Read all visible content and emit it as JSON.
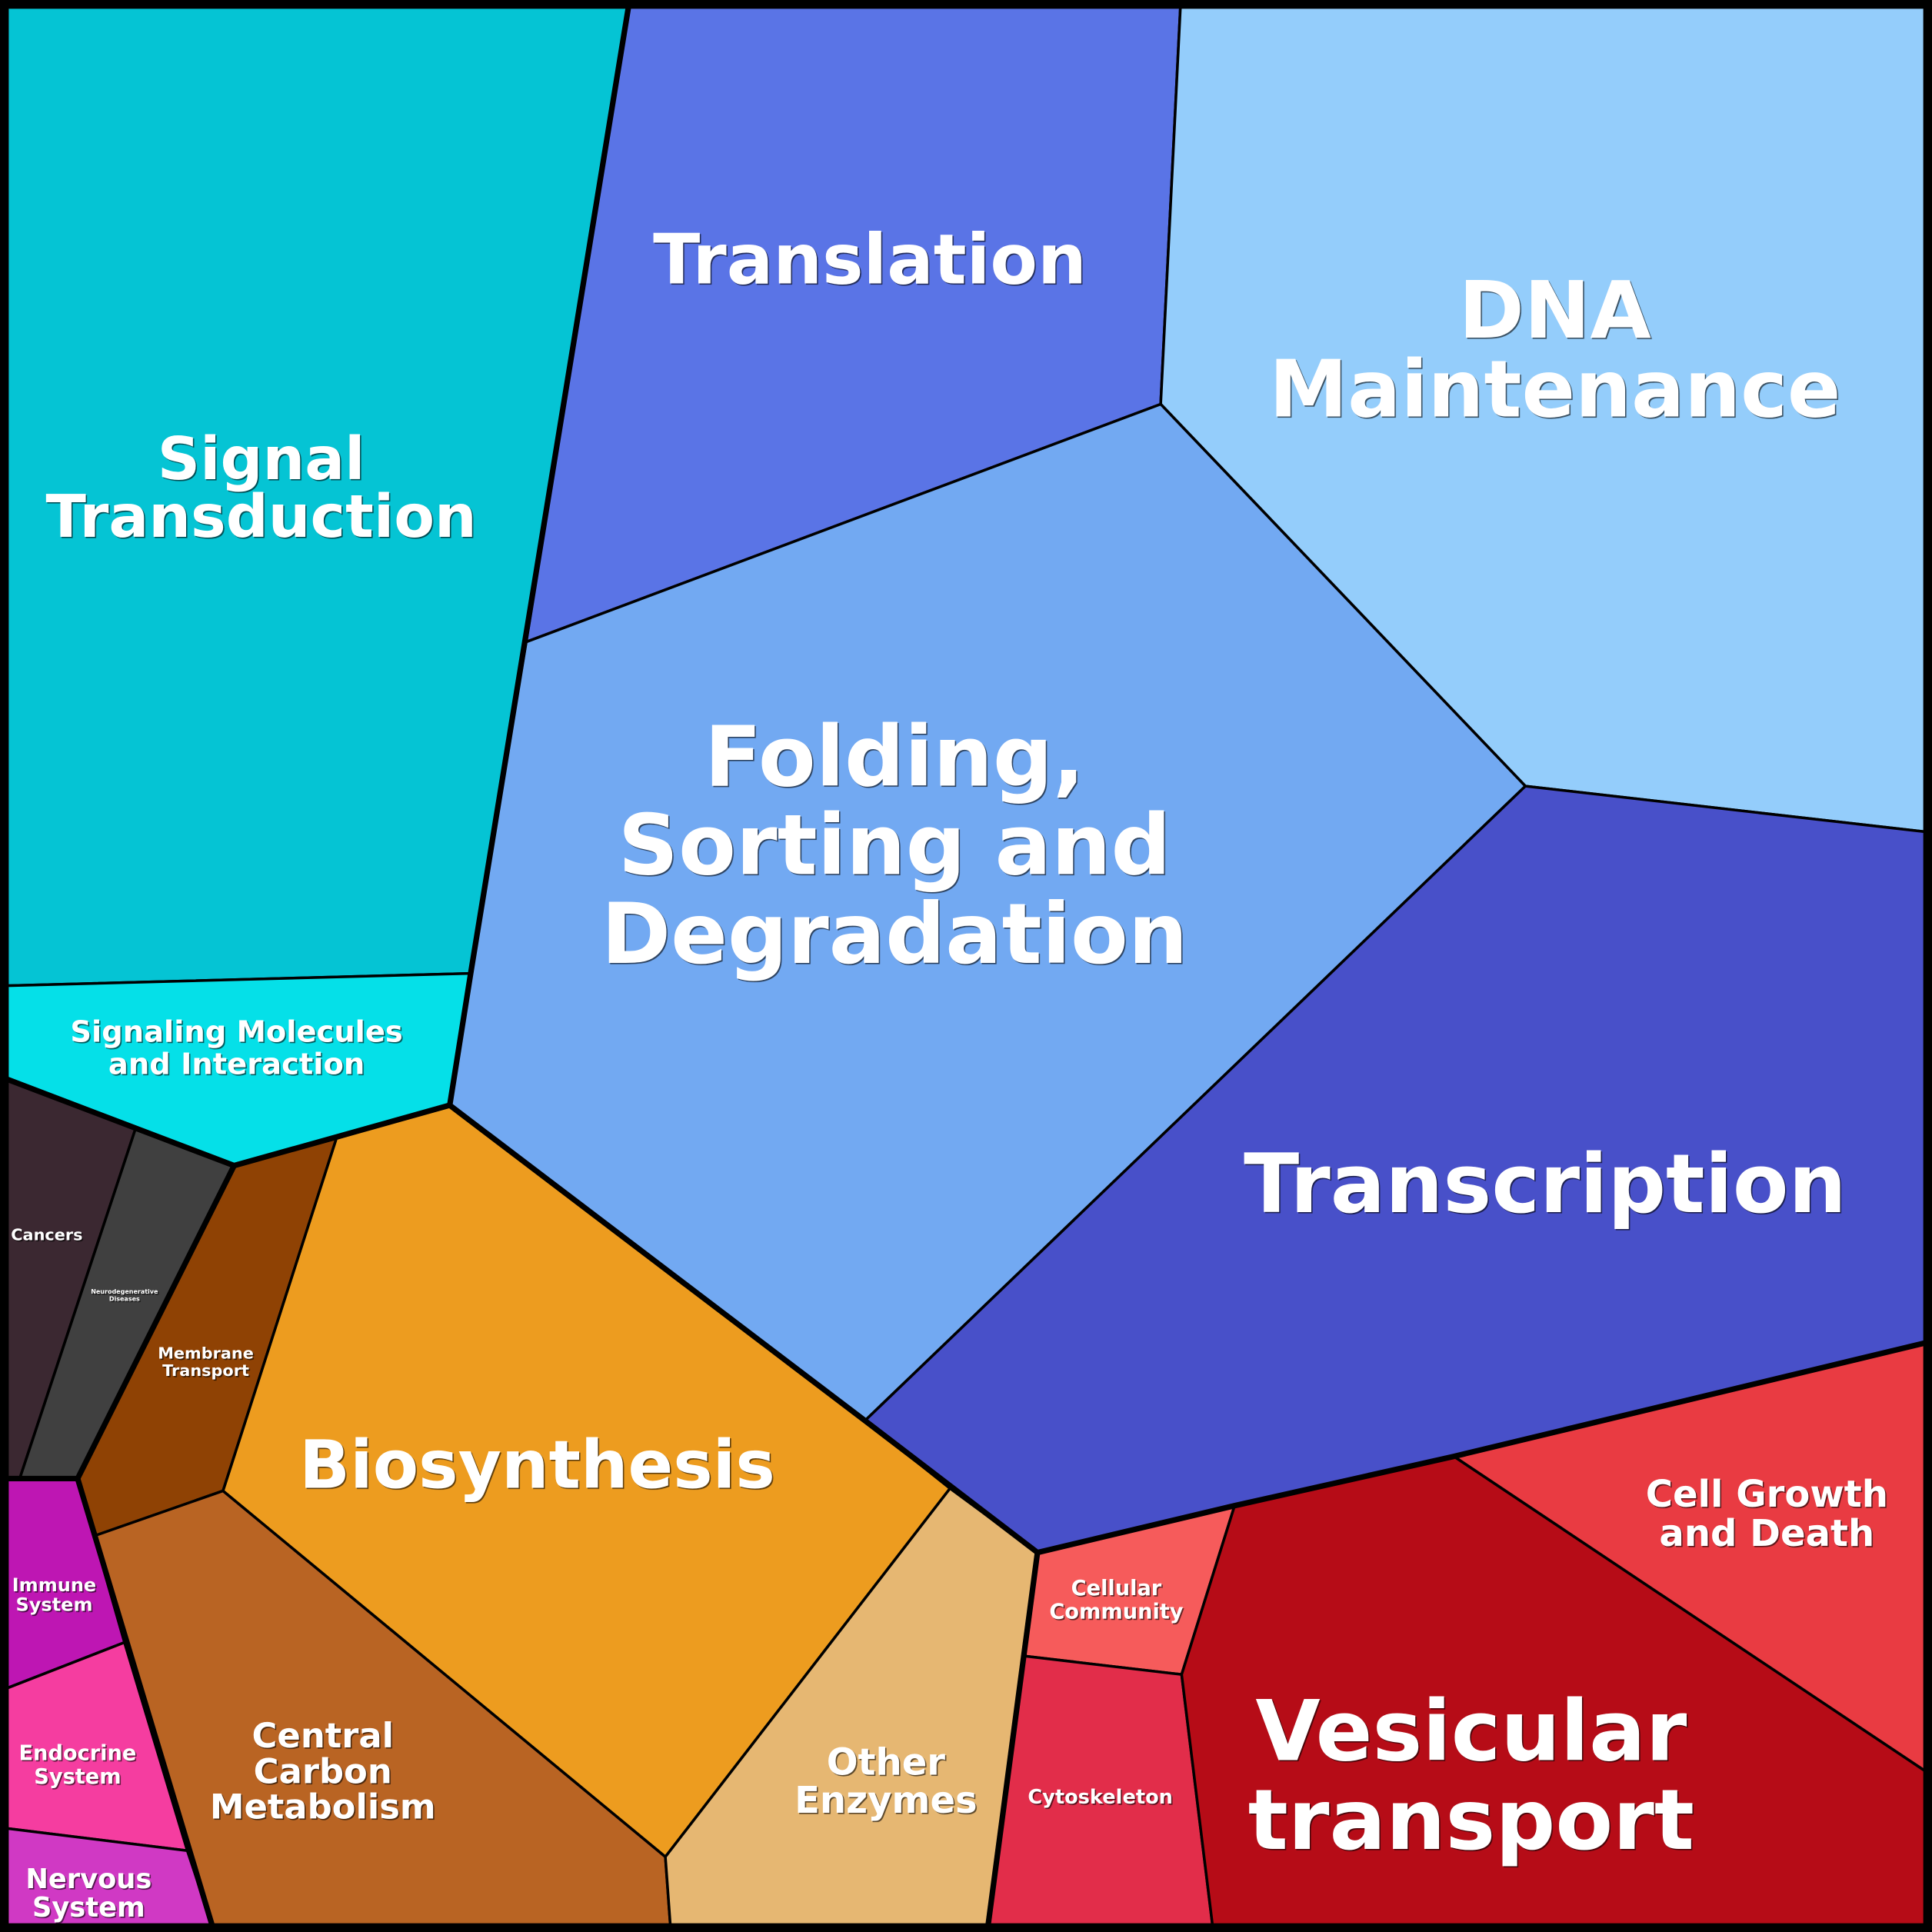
{
  "title": "Voronoi treemap of functional categories",
  "cells": [
    {
      "id": "signal-transduction",
      "lines": [
        "Signal",
        "Transduction"
      ],
      "color": "#05c4d4"
    },
    {
      "id": "translation",
      "lines": [
        "Translation"
      ],
      "color": "#5a74e6"
    },
    {
      "id": "dna-maintenance",
      "lines": [
        "DNA",
        "Maintenance"
      ],
      "color": "#94cdfb"
    },
    {
      "id": "folding-sorting-degradation",
      "lines": [
        "Folding,",
        "Sorting and",
        "Degradation"
      ],
      "color": "#72a9f2"
    },
    {
      "id": "transcription",
      "lines": [
        "Transcription"
      ],
      "color": "#4850c9"
    },
    {
      "id": "signaling-molecules",
      "lines": [
        "Signaling Molecules",
        "and Interaction"
      ],
      "color": "#05e0e8"
    },
    {
      "id": "cancers",
      "lines": [
        "Cancers"
      ],
      "color": "#3b2831"
    },
    {
      "id": "neurodegenerative-diseases",
      "lines": [
        "Neurodegenerative",
        "Diseases"
      ],
      "color": "#404040"
    },
    {
      "id": "membrane-transport",
      "lines": [
        "Membrane",
        "Transport"
      ],
      "color": "#8f4204"
    },
    {
      "id": "biosynthesis",
      "lines": [
        "Biosynthesis"
      ],
      "color": "#ed9c1f"
    },
    {
      "id": "central-carbon-metabolism",
      "lines": [
        "Central",
        "Carbon",
        "Metabolism"
      ],
      "color": "#b96423"
    },
    {
      "id": "immune-system",
      "lines": [
        "Immune",
        "System"
      ],
      "color": "#be16b3"
    },
    {
      "id": "endocrine-system",
      "lines": [
        "Endocrine",
        "System"
      ],
      "color": "#f53da0"
    },
    {
      "id": "nervous-system",
      "lines": [
        "Nervous",
        "System"
      ],
      "color": "#d039c4"
    },
    {
      "id": "other-enzymes",
      "lines": [
        "Other",
        "Enzymes"
      ],
      "color": "#e6b772"
    },
    {
      "id": "cellular-community",
      "lines": [
        "Cellular",
        "Community"
      ],
      "color": "#f65b5b"
    },
    {
      "id": "cytoskeleton",
      "lines": [
        "Cytoskeleton"
      ],
      "color": "#e22d4a"
    },
    {
      "id": "vesicular-transport",
      "lines": [
        "Vesicular",
        "transport"
      ],
      "color": "#b60c17"
    },
    {
      "id": "cell-growth-and-death",
      "lines": [
        "Cell Growth",
        "and Death"
      ],
      "color": "#e93b42"
    }
  ]
}
